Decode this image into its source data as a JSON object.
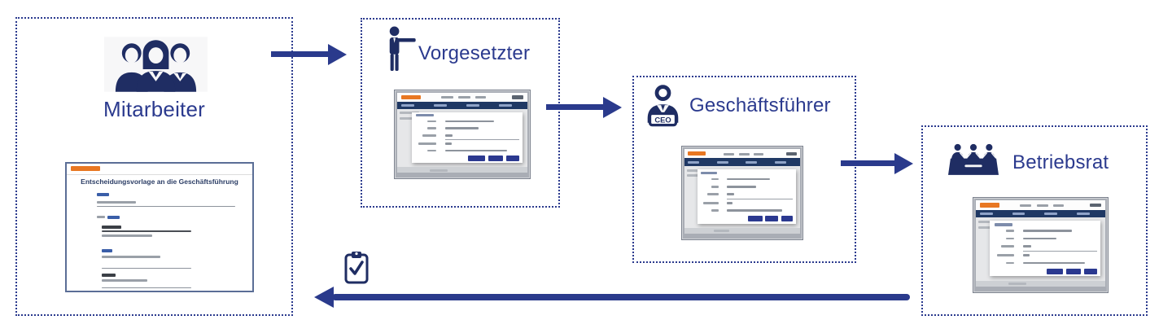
{
  "diagram": {
    "stages": [
      {
        "label": "Mitarbeiter"
      },
      {
        "label": "Vorgesetzter"
      },
      {
        "label": "Geschäftsführer",
        "badge": "CEO"
      },
      {
        "label": "Betriebsrat"
      }
    ],
    "employee_form": {
      "title": "Entscheidungsvorlage an die Geschäftsführung"
    },
    "colors": {
      "navy_text": "#2b3a8e",
      "navy_icon": "#1f2d63",
      "arrow": "#2a3a8c",
      "orange": "#e87722",
      "navbar": "#1f3864",
      "box_border": "#2b3a8e"
    }
  }
}
